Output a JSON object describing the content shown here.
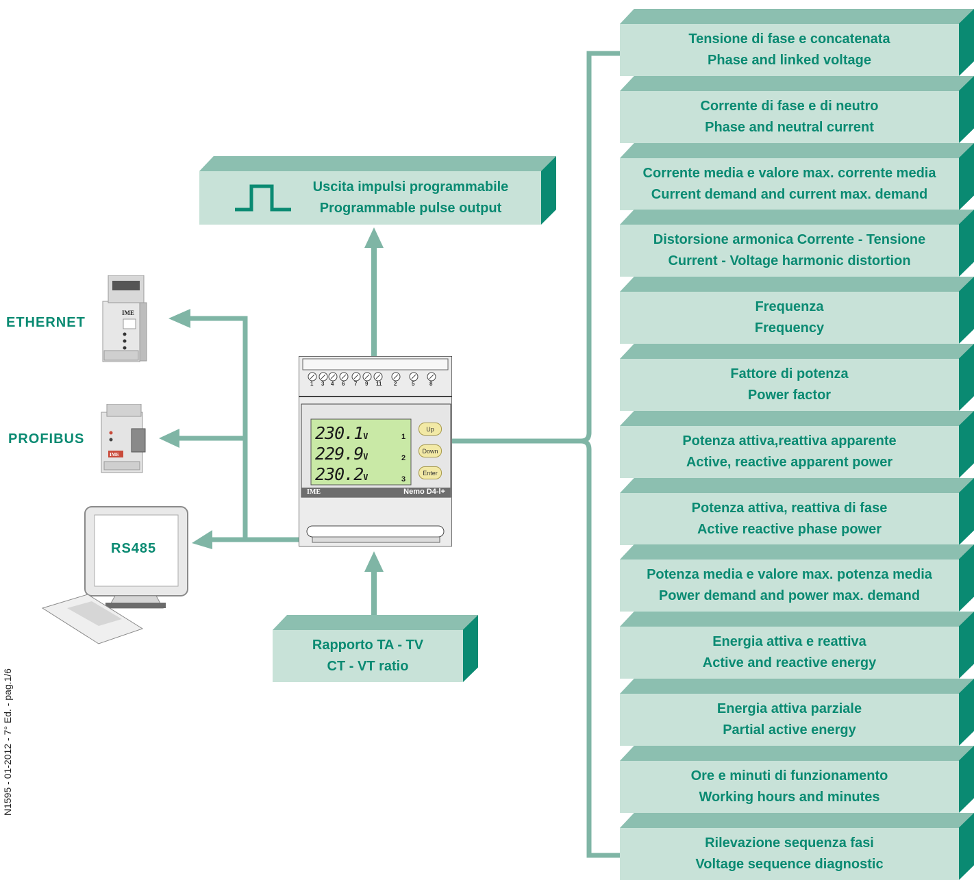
{
  "outputs": {
    "pulse": {
      "line1": "Uscita impulsi programmabile",
      "line2": "Programmable pulse output"
    }
  },
  "inputs": {
    "ratio": {
      "line1": "Rapporto TA - TV",
      "line2": "CT - VT ratio"
    }
  },
  "communication": {
    "ethernet": "ETHERNET",
    "profibus": "PROFIBUS",
    "rs485": "RS485"
  },
  "meter": {
    "brand": "IME",
    "model": "Nemo D4-l+",
    "readings": [
      {
        "value": "230.1",
        "unit": "V",
        "phase": "1"
      },
      {
        "value": "229.9",
        "unit": "V",
        "phase": "2"
      },
      {
        "value": "230.2",
        "unit": "V",
        "phase": "3"
      }
    ],
    "buttons": [
      "Up",
      "Down",
      "Enter"
    ],
    "terminals_top": [
      "1",
      "3",
      "4",
      "6",
      "7",
      "9",
      "11",
      "2",
      "5",
      "8"
    ]
  },
  "measurements": [
    {
      "line1": "Tensione di fase e concatenata",
      "line2": "Phase and linked voltage"
    },
    {
      "line1": "Corrente di fase e di neutro",
      "line2": "Phase and neutral current"
    },
    {
      "line1": "Corrente media e valore  max. corrente media",
      "line2": "Current demand and current max. demand"
    },
    {
      "line1": "Distorsione armonica Corrente - Tensione",
      "line2": "Current - Voltage harmonic distortion"
    },
    {
      "line1": "Frequenza",
      "line2": "Frequency"
    },
    {
      "line1": "Fattore di potenza",
      "line2": "Power factor"
    },
    {
      "line1": "Potenza attiva,reattiva apparente",
      "line2": "Active, reactive apparent power"
    },
    {
      "line1": "Potenza attiva, reattiva di fase",
      "line2": "Active reactive phase power"
    },
    {
      "line1": "Potenza media e valore max. potenza media",
      "line2": "Power demand and power max. demand"
    },
    {
      "line1": "Energia attiva e reattiva",
      "line2": "Active and reactive energy"
    },
    {
      "line1": "Energia attiva parziale",
      "line2": "Partial active energy"
    },
    {
      "line1": "Ore e minuti di funzionamento",
      "line2": "Working hours and minutes"
    },
    {
      "line1": "Rilevazione sequenza fasi",
      "line2": "Voltage sequence diagnostic"
    }
  ],
  "footnote": "N1595 - 01-2012 - 7° Ed. - pag.1/6",
  "colors": {
    "accent": "#0a8a72",
    "box_face": "#c8e2d8",
    "box_top": "#8cbfb0",
    "connector": "#7fb5a5"
  }
}
